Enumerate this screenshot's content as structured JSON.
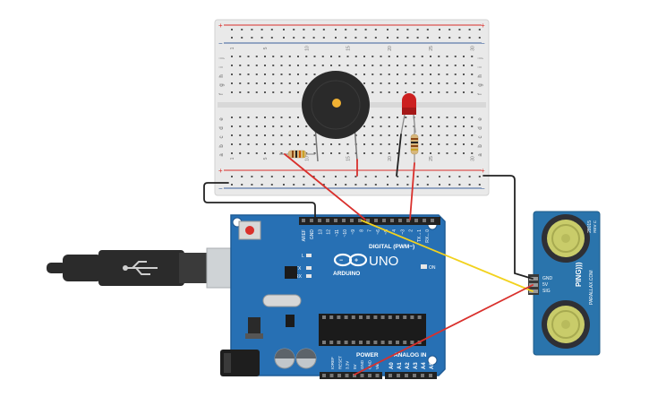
{
  "breadboard": {
    "row_letters_top": [
      "j",
      "i",
      "h",
      "g",
      "f"
    ],
    "row_letters_bottom": [
      "e",
      "d",
      "c",
      "b",
      "a"
    ],
    "column_numbers": [
      "1",
      "5",
      "10",
      "15",
      "20",
      "25",
      "30"
    ],
    "rail_plus": "+",
    "rail_minus": "−",
    "colors": {
      "body": "#e9e9e9",
      "hole": "#555555",
      "rail_red": "#d9302c",
      "rail_blue": "#3a5f9a"
    }
  },
  "arduino": {
    "logo_text": "ARDUINO",
    "model": "UNO",
    "on_label": "ON",
    "digital_label": "DIGITAL (PWM~)",
    "analog_label": "ANALOG IN",
    "power_label": "POWER",
    "led_l": "L",
    "led_tx": "TX",
    "led_rx": "RX",
    "top_header_labels": [
      "AREF",
      "GND",
      "13",
      "12",
      "~11",
      "~10",
      "~9",
      "8",
      "7",
      "~6",
      "~5",
      "4",
      "~3",
      "2",
      "TX→1",
      "RX←0"
    ],
    "power_header_labels": [
      "IOREF",
      "RESET",
      "3.3V",
      "5V",
      "GND",
      "GND",
      "Vin"
    ],
    "analog_header_labels": [
      "A0",
      "A1",
      "A2",
      "A3",
      "A4",
      "A5"
    ],
    "colors": {
      "board": "#2770b4",
      "board_edge": "#1f5c96",
      "header": "#222222",
      "silk": "#ffffff"
    }
  },
  "ultrasonic": {
    "name": "PING)))",
    "part_number": "28015",
    "revision": "REV C",
    "brand": "PARALLAX.COM",
    "pin_labels": [
      "GND",
      "5V",
      "SIG"
    ],
    "colors": {
      "board": "#2a74ac",
      "transducer": "#c9cc6a"
    }
  },
  "buzzer": {
    "colors": {
      "body": "#2a2a2a",
      "center": "#f2b233"
    }
  },
  "led": {
    "colors": {
      "lens": "#cc2020"
    }
  },
  "wires": {
    "colors": {
      "red": "#d9302c",
      "black": "#222222",
      "yellow": "#f2d21e"
    }
  },
  "usb_cable": {
    "colors": {
      "cable": "#2b2b2b",
      "plug": "#cfd3d6"
    }
  }
}
